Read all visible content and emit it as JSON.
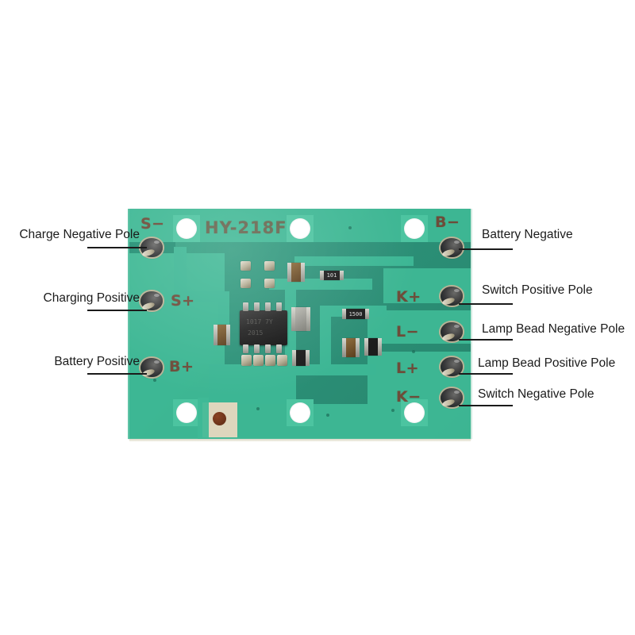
{
  "image": {
    "title": "HY-218F battery protection / lamp driver board pinout",
    "background_color": "#ffffff",
    "board_color": "#2f9e7e",
    "silkscreen_color": "#7b2f20",
    "callout_color": "#1b1b1b"
  },
  "board": {
    "part_number": "HY-218F",
    "silk_pads": [
      {
        "name": "silk-s-minus",
        "text": "S−"
      },
      {
        "name": "silk-s-plus",
        "text": "S+"
      },
      {
        "name": "silk-b-plus",
        "text": "B+"
      },
      {
        "name": "silk-b-minus",
        "text": "B−"
      },
      {
        "name": "silk-k-plus",
        "text": "K+"
      },
      {
        "name": "silk-l-minus",
        "text": "L−"
      },
      {
        "name": "silk-l-plus",
        "text": "L+"
      },
      {
        "name": "silk-k-minus",
        "text": "K−"
      }
    ],
    "ic": {
      "package": "SOIC-8",
      "marking_line1": "1017 7Y",
      "marking_line2": "2015"
    },
    "components": [
      {
        "name": "resistor-r1",
        "code": "101"
      },
      {
        "name": "resistor-r2",
        "code": "1500"
      },
      {
        "name": "resistor-r3",
        "code": ""
      }
    ],
    "mounting_holes": 6
  },
  "callouts": {
    "left": [
      {
        "name": "callout-charge-negative-pole",
        "text": "Charge Negative Pole",
        "pad": "S−"
      },
      {
        "name": "callout-charging-positive",
        "text": "Charging Positive",
        "pad": "S+"
      },
      {
        "name": "callout-battery-positive",
        "text": "Battery Positive",
        "pad": "B+"
      }
    ],
    "right": [
      {
        "name": "callout-battery-negative",
        "text": "Battery Negative",
        "pad": "B−"
      },
      {
        "name": "callout-switch-positive-pole",
        "text": "Switch Positive Pole",
        "pad": "K+"
      },
      {
        "name": "callout-lamp-bead-negative-pole",
        "text": "Lamp Bead Negative Pole",
        "pad": "L−"
      },
      {
        "name": "callout-lamp-bead-positive-pole",
        "text": "Lamp Bead Positive Pole",
        "pad": "L+"
      },
      {
        "name": "callout-switch-negative-pole",
        "text": "Switch Negative Pole",
        "pad": "K−"
      }
    ]
  }
}
